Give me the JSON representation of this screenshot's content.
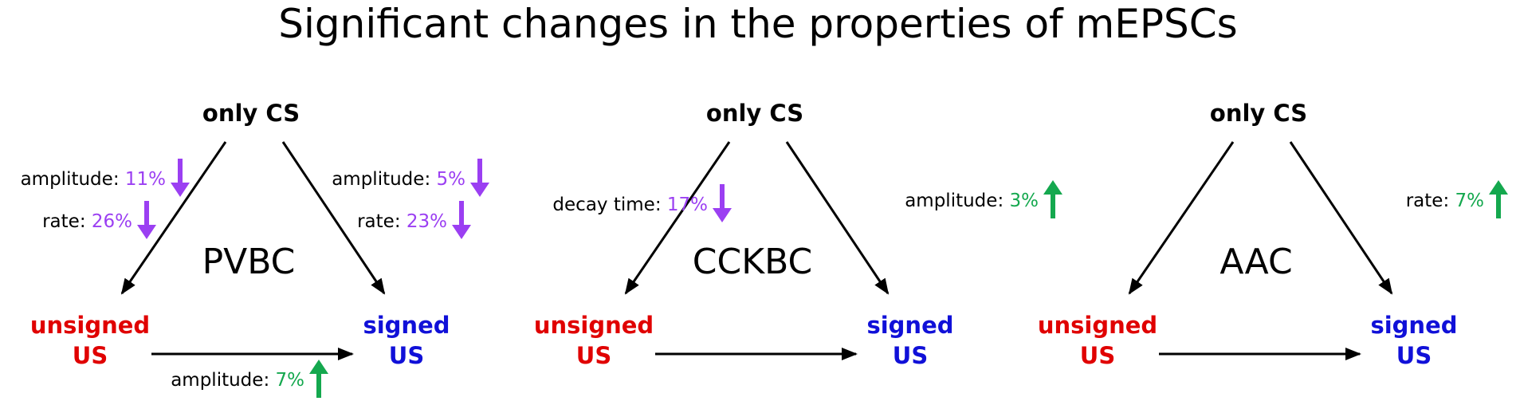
{
  "title": "Significant changes in the properties of mEPSCs",
  "colors": {
    "down": "#9b3ff2",
    "up": "#14a84e",
    "unsigned": "#e00000",
    "signed": "#1010d8",
    "arrow": "#000000"
  },
  "node_text": {
    "top": "only CS",
    "unsigned_line1": "unsigned",
    "unsigned_line2": "US",
    "signed_line1": "signed",
    "signed_line2": "US"
  },
  "panels": [
    {
      "label": "PVBC",
      "left_edge": [
        {
          "property": "amplitude",
          "value": "11%",
          "direction": "down"
        },
        {
          "property": "rate",
          "value": "26%",
          "direction": "down"
        }
      ],
      "right_edge": [
        {
          "property": "amplitude",
          "value": "5%",
          "direction": "down"
        },
        {
          "property": "rate",
          "value": "23%",
          "direction": "down"
        }
      ],
      "bottom_edge": [
        {
          "property": "amplitude",
          "value": "7%",
          "direction": "up"
        }
      ]
    },
    {
      "label": "CCKBC",
      "left_edge": [
        {
          "property": "decay time",
          "value": "17%",
          "direction": "down"
        }
      ],
      "right_edge": [
        {
          "property": "amplitude",
          "value": "3%",
          "direction": "up"
        }
      ],
      "bottom_edge": []
    },
    {
      "label": "AAC",
      "left_edge": [],
      "right_edge": [
        {
          "property": "rate",
          "value": "7%",
          "direction": "up"
        }
      ],
      "bottom_edge": []
    }
  ]
}
